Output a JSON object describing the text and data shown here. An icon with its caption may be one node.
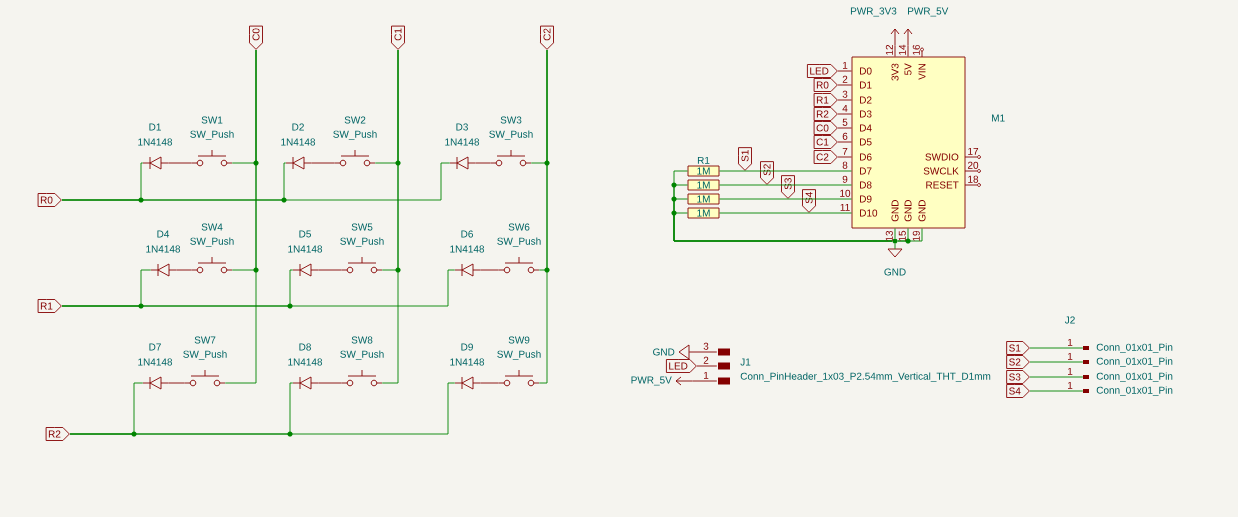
{
  "diagram": {
    "nodes": [
      {
        "text": [
          "C0"
        ]
      },
      {
        "text": [
          "C1"
        ]
      },
      {
        "text": [
          "C2"
        ]
      },
      {
        "text": [
          "D1",
          "1N4148"
        ]
      },
      {
        "text": [
          "SW1",
          "SW_Push"
        ]
      },
      {
        "text": [
          "D2",
          "1N4148"
        ]
      },
      {
        "text": [
          "SW2",
          "SW_Push"
        ]
      },
      {
        "text": [
          "D3",
          "1N4148"
        ]
      },
      {
        "text": [
          "SW3",
          "SW_Push"
        ]
      },
      {
        "text": [
          "R0"
        ]
      },
      {
        "text": [
          "D4",
          "1N4148"
        ]
      },
      {
        "text": [
          "SW4",
          "SW_Push"
        ]
      },
      {
        "text": [
          "D5",
          "1N4148"
        ]
      },
      {
        "text": [
          "SW5",
          "SW_Push"
        ]
      },
      {
        "text": [
          "D6",
          "1N4148"
        ]
      },
      {
        "text": [
          "SW6",
          "SW_Push"
        ]
      },
      {
        "text": [
          "R1"
        ]
      },
      {
        "text": [
          "D7",
          "1N4148"
        ]
      },
      {
        "text": [
          "SW7",
          "SW_Push"
        ]
      },
      {
        "text": [
          "D8",
          "1N4148"
        ]
      },
      {
        "text": [
          "SW8",
          "SW_Push"
        ]
      },
      {
        "text": [
          "D9",
          "1N4148"
        ]
      },
      {
        "text": [
          "SW9",
          "SW_Push"
        ]
      },
      {
        "text": [
          "R2"
        ]
      },
      {
        "text": [
          "PWR_3V3"
        ]
      },
      {
        "text": [
          "PWR_5V"
        ]
      },
      {
        "text": [
          "D0",
          "D1",
          "D2",
          "D3",
          "D4",
          "D5",
          "D6",
          "D7",
          "D8",
          "D9",
          "D10",
          "3V3",
          "5V",
          "VIN",
          "SWDIO",
          "SWCLK",
          "RESET",
          "GND",
          "GND",
          "GND"
        ],
        "beside": [
          "M1"
        ]
      },
      {
        "text": [
          "LED"
        ]
      },
      {
        "text": [
          "R0"
        ]
      },
      {
        "text": [
          "R1"
        ]
      },
      {
        "text": [
          "R2"
        ]
      },
      {
        "text": [
          "C0"
        ]
      },
      {
        "text": [
          "C1"
        ]
      },
      {
        "text": [
          "C2"
        ]
      },
      {
        "text": [
          "1M"
        ],
        "beside": [
          "R1"
        ]
      },
      {
        "text": [
          "1M"
        ]
      },
      {
        "text": [
          "1M"
        ]
      },
      {
        "text": [
          "1M"
        ]
      },
      {
        "text": [
          "S1"
        ]
      },
      {
        "text": [
          "S2"
        ]
      },
      {
        "text": [
          "S3"
        ]
      },
      {
        "text": [
          "S4"
        ]
      },
      {
        "text": [
          "GND"
        ]
      },
      {
        "text": [
          "GND"
        ]
      },
      {
        "text": [
          "LED"
        ]
      },
      {
        "text": [
          "PWR_5V"
        ]
      },
      {
        "text": [],
        "shape": "box",
        "beside": [
          "J1",
          "Conn_PinHeader_1x03_P2.54mm_Vertical_THT_D1mm"
        ]
      },
      {
        "text": [
          "S1"
        ]
      },
      {
        "text": [
          "S2"
        ]
      },
      {
        "text": [
          "S3"
        ]
      },
      {
        "text": [
          "S4"
        ]
      },
      {
        "text": [],
        "shape": "bar",
        "beside": [
          "J2",
          "Conn_01x01_Pin"
        ]
      },
      {
        "text": [],
        "shape": "bar",
        "beside": [
          "Conn_01x01_Pin"
        ]
      },
      {
        "text": [],
        "shape": "bar",
        "beside": [
          "Conn_01x01_Pin"
        ]
      },
      {
        "text": [],
        "shape": "bar",
        "beside": [
          "Conn_01x01_Pin"
        ]
      },
      {
        "text": [],
        "shape": "circle"
      }
    ],
    "edges": [
      {
        "from": 3,
        "to": 4,
        "arrow": "none",
        "color": "#840000"
      },
      {
        "from": 4,
        "to": 0,
        "arrow": "none"
      },
      {
        "from": 3,
        "to": 9,
        "arrow": "none"
      },
      {
        "from": 5,
        "to": 6,
        "arrow": "none",
        "color": "#840000"
      },
      {
        "from": 6,
        "to": 1,
        "arrow": "none"
      },
      {
        "from": 5,
        "to": 9,
        "arrow": "none"
      },
      {
        "from": 7,
        "to": 8,
        "arrow": "none",
        "color": "#840000"
      },
      {
        "from": 8,
        "to": 2,
        "arrow": "none"
      },
      {
        "from": 7,
        "to": 9,
        "arrow": "none"
      },
      {
        "from": 10,
        "to": 11,
        "arrow": "none",
        "color": "#840000"
      },
      {
        "from": 11,
        "to": 0,
        "arrow": "none"
      },
      {
        "from": 10,
        "to": 16,
        "arrow": "none"
      },
      {
        "from": 12,
        "to": 13,
        "arrow": "none",
        "color": "#840000"
      },
      {
        "from": 13,
        "to": 1,
        "arrow": "none"
      },
      {
        "from": 12,
        "to": 16,
        "arrow": "none"
      },
      {
        "from": 14,
        "to": 15,
        "arrow": "none",
        "color": "#840000"
      },
      {
        "from": 15,
        "to": 2,
        "arrow": "none"
      },
      {
        "from": 14,
        "to": 16,
        "arrow": "none"
      },
      {
        "from": 17,
        "to": 18,
        "arrow": "none",
        "color": "#840000"
      },
      {
        "from": 18,
        "to": 0,
        "arrow": "none"
      },
      {
        "from": 17,
        "to": 23,
        "arrow": "none"
      },
      {
        "from": 19,
        "to": 20,
        "arrow": "none",
        "color": "#840000"
      },
      {
        "from": 20,
        "to": 1,
        "arrow": "none"
      },
      {
        "from": 19,
        "to": 23,
        "arrow": "none"
      },
      {
        "from": 21,
        "to": 22,
        "arrow": "none",
        "color": "#840000"
      },
      {
        "from": 22,
        "to": 2,
        "arrow": "none"
      },
      {
        "from": 21,
        "to": 23,
        "arrow": "none"
      },
      {
        "from": 26,
        "to": 24,
        "arrow": "none",
        "color": "#840000"
      },
      {
        "from": 26,
        "to": 25,
        "arrow": "none",
        "color": "#840000"
      },
      {
        "from": 27,
        "to": 26,
        "arrow": "none",
        "color": "#840000"
      },
      {
        "from": 28,
        "to": 26,
        "arrow": "none",
        "color": "#840000"
      },
      {
        "from": 29,
        "to": 26,
        "arrow": "none",
        "color": "#840000"
      },
      {
        "from": 30,
        "to": 26,
        "arrow": "none",
        "color": "#840000"
      },
      {
        "from": 31,
        "to": 26,
        "arrow": "none",
        "color": "#840000"
      },
      {
        "from": 32,
        "to": 26,
        "arrow": "none",
        "color": "#840000"
      },
      {
        "from": 33,
        "to": 26,
        "arrow": "none",
        "color": "#840000"
      },
      {
        "from": 34,
        "to": 26,
        "arrow": "none"
      },
      {
        "from": 35,
        "to": 26,
        "arrow": "none"
      },
      {
        "from": 36,
        "to": 26,
        "arrow": "none"
      },
      {
        "from": 37,
        "to": 26,
        "arrow": "none"
      },
      {
        "from": 34,
        "to": 55,
        "arrow": "none"
      },
      {
        "from": 35,
        "to": 55,
        "arrow": "none"
      },
      {
        "from": 36,
        "to": 55,
        "arrow": "none"
      },
      {
        "from": 37,
        "to": 55,
        "arrow": "none"
      },
      {
        "from": 26,
        "to": 55,
        "arrow": "none"
      },
      {
        "from": 26,
        "to": 55,
        "arrow": "none"
      },
      {
        "from": 26,
        "to": 55,
        "arrow": "none"
      },
      {
        "from": 55,
        "to": 42,
        "arrow": "none"
      },
      {
        "from": 43,
        "to": 46,
        "arrow": "none",
        "color": "#840000"
      },
      {
        "from": 44,
        "to": 46,
        "arrow": "none",
        "color": "#840000"
      },
      {
        "from": 45,
        "to": 46,
        "arrow": "none",
        "color": "#840000"
      },
      {
        "from": 47,
        "to": 51,
        "arrow": "none"
      },
      {
        "from": 48,
        "to": 52,
        "arrow": "none"
      },
      {
        "from": 49,
        "to": 53,
        "arrow": "none"
      },
      {
        "from": 50,
        "to": 54,
        "arrow": "none"
      }
    ],
    "labels": [
      "1",
      "2",
      "3",
      "4",
      "5",
      "6",
      "7",
      "8",
      "9",
      "10",
      "11",
      "12",
      "14",
      "16",
      "17",
      "20",
      "18",
      "13",
      "15",
      "19",
      "3",
      "2",
      "1",
      "1",
      "1",
      "1",
      "1"
    ]
  }
}
